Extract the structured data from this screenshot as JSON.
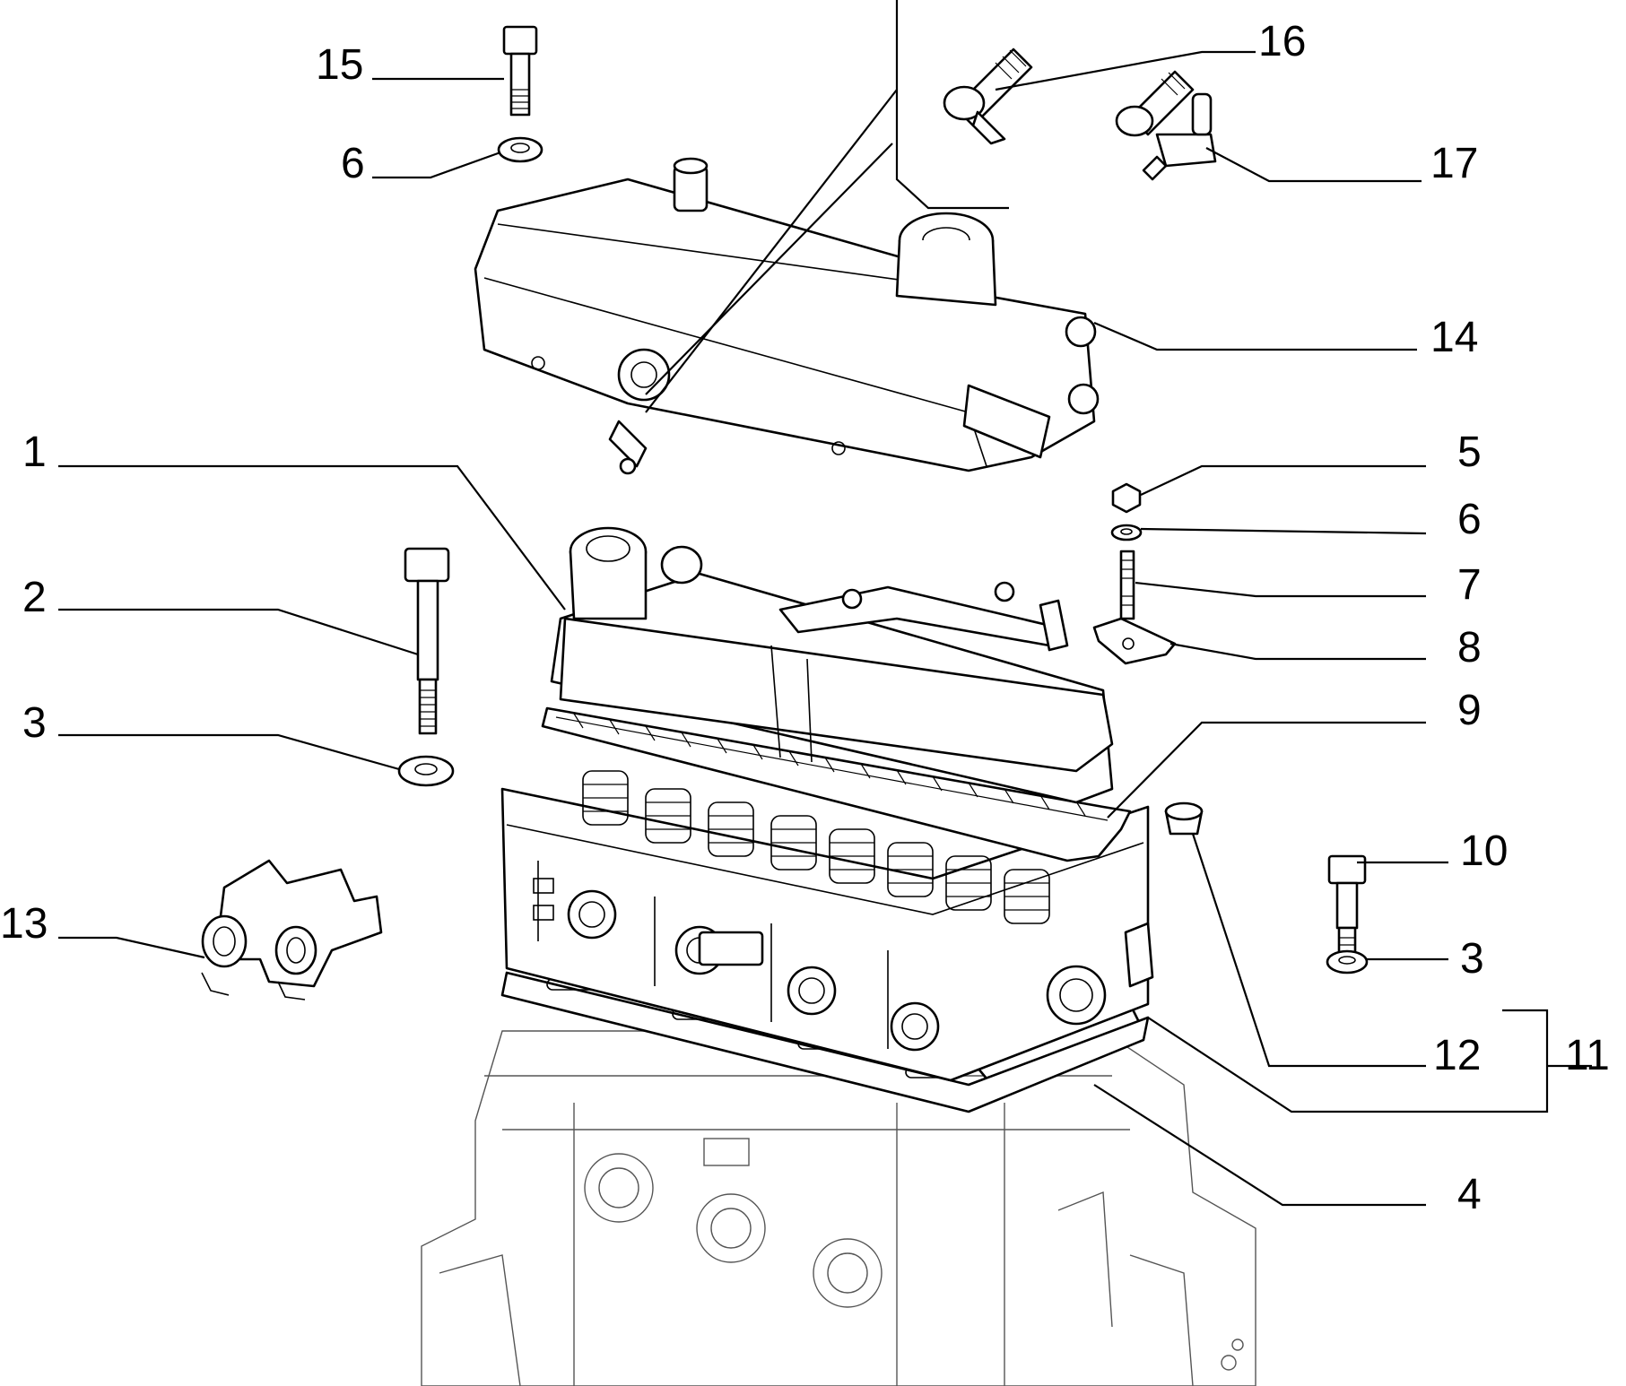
{
  "diagram": {
    "callouts": {
      "c1": "1",
      "c2": "2",
      "c3a": "3",
      "c3b": "3",
      "c4": "4",
      "c5": "5",
      "c6a": "6",
      "c6b": "6",
      "c7": "7",
      "c8": "8",
      "c9": "9",
      "c10": "10",
      "c11": "11",
      "c12": "12",
      "c13": "13",
      "c14": "14",
      "c15": "15",
      "c16": "16",
      "c17": "17"
    }
  }
}
